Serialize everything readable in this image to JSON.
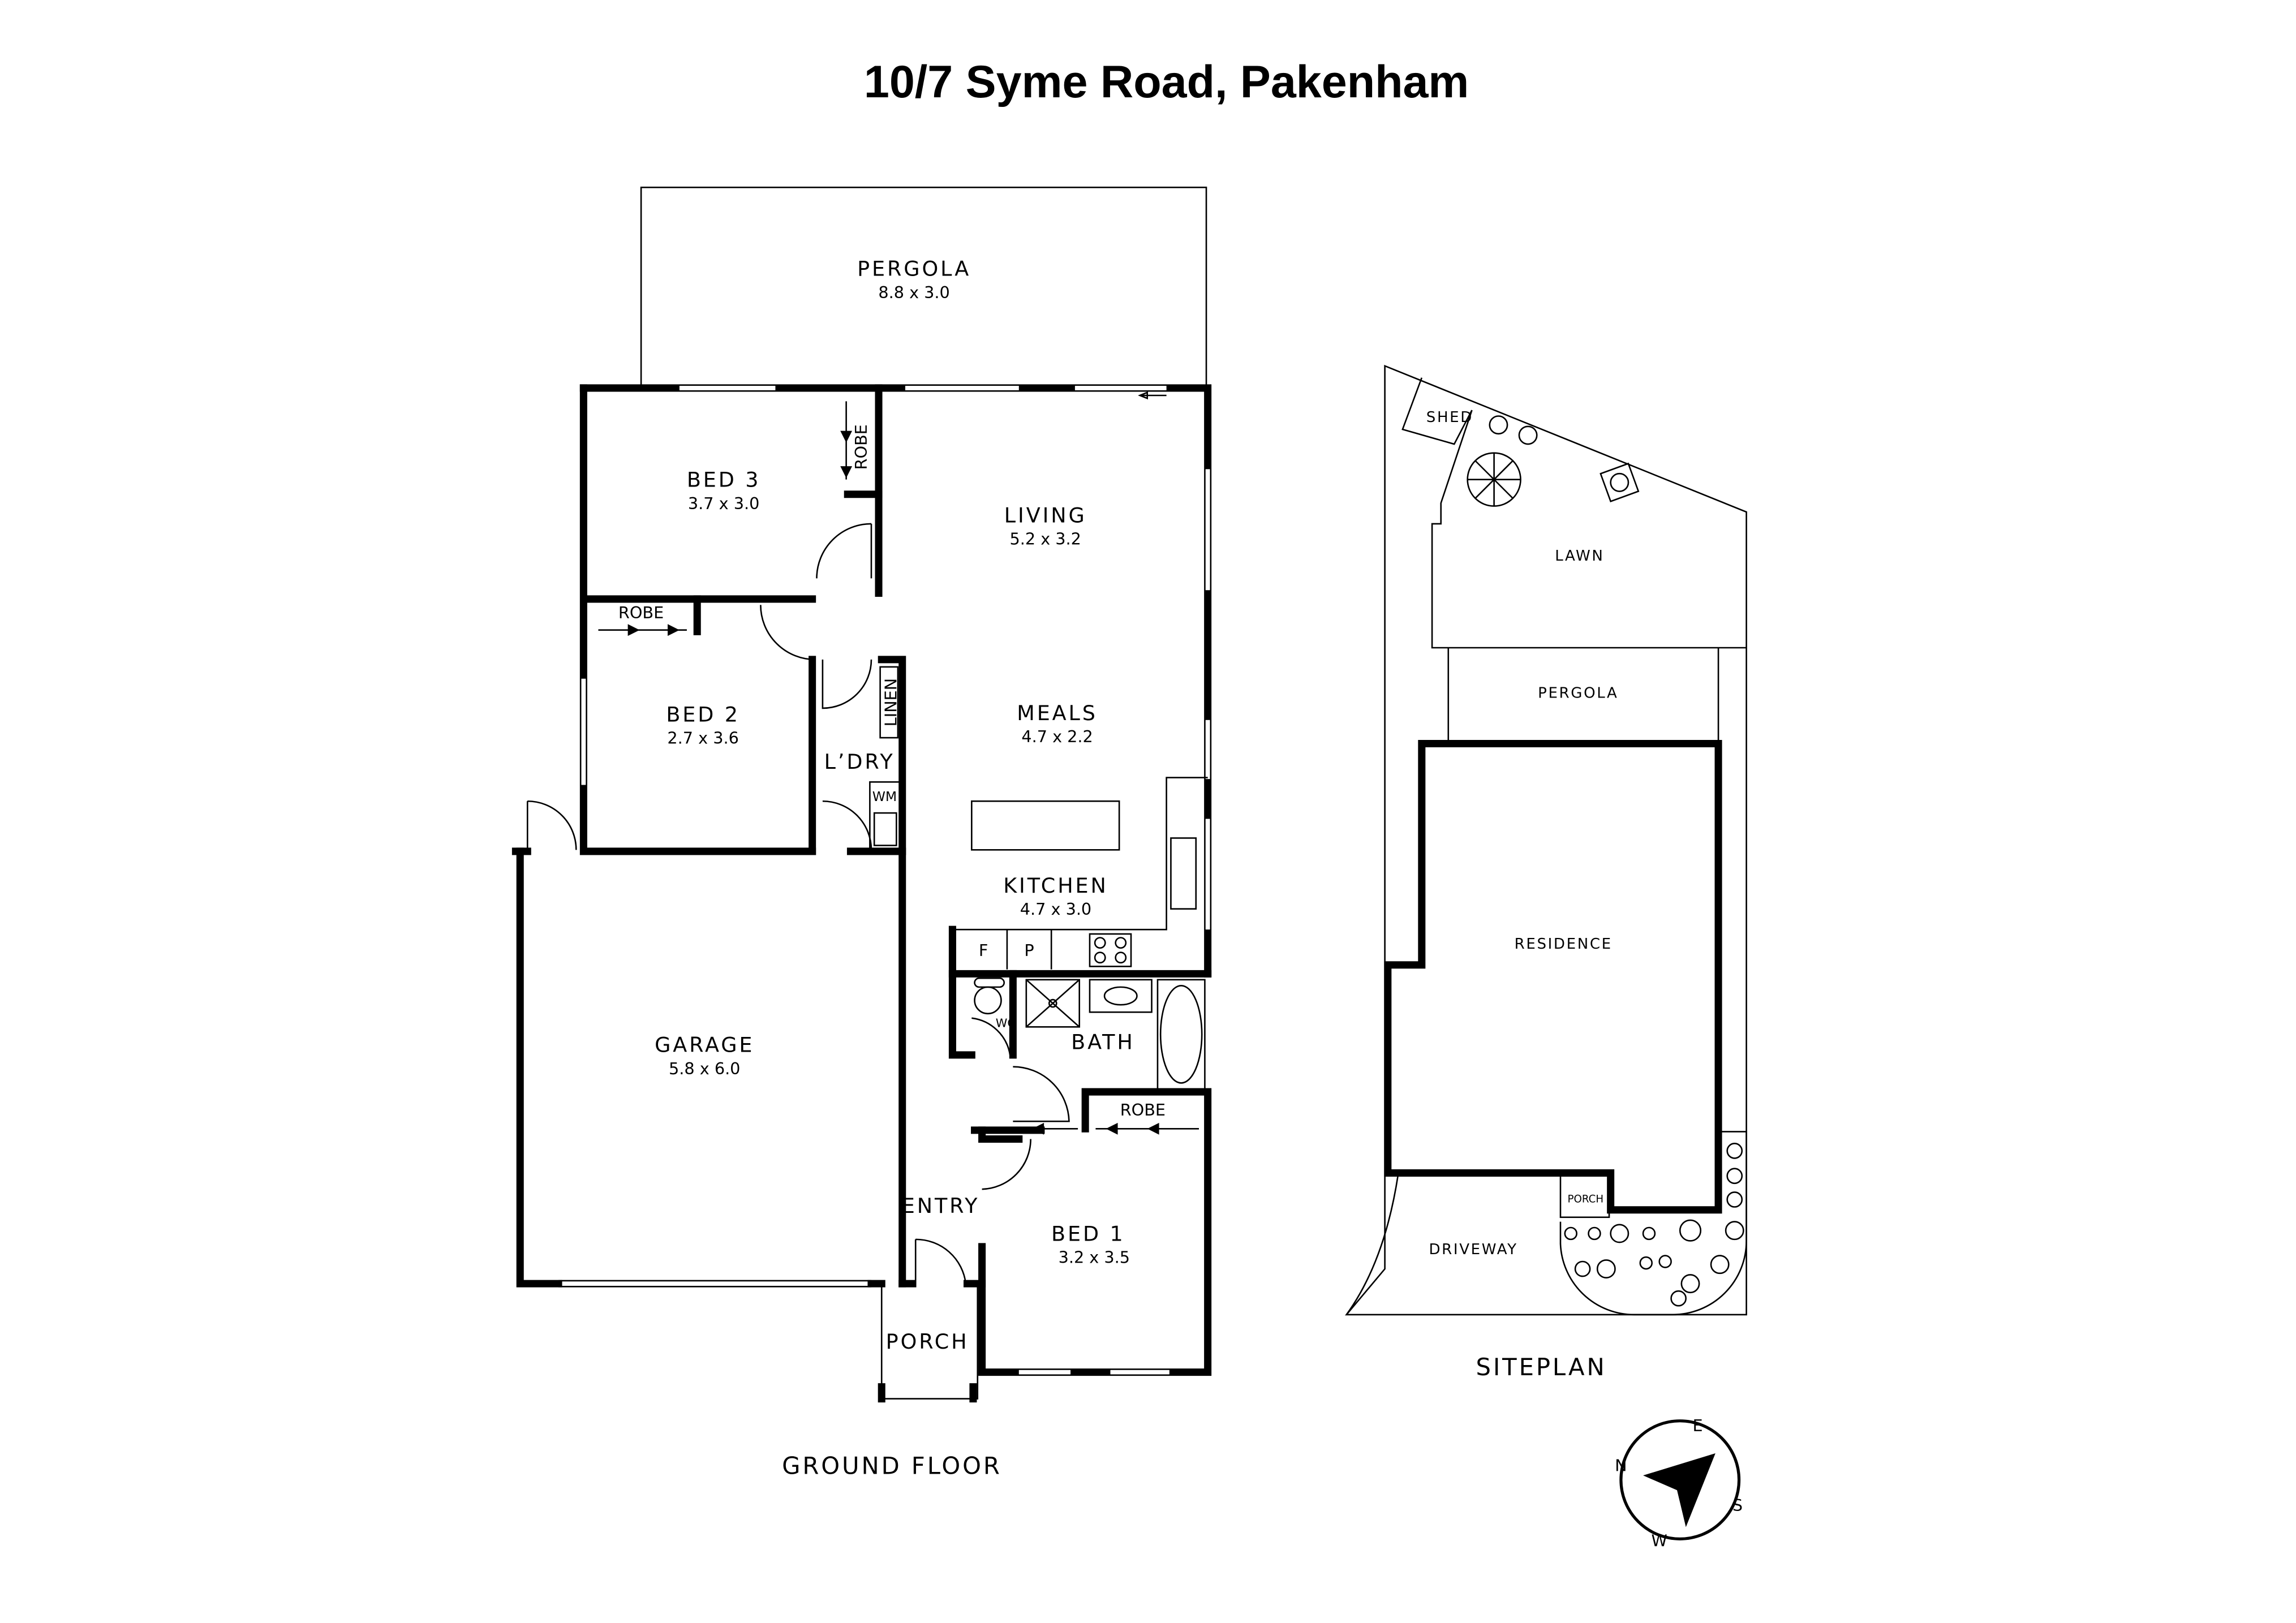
{
  "title": "10/7 Syme Road, Pakenham",
  "ground_floor": {
    "label": "GROUND FLOOR",
    "rooms": {
      "pergola": {
        "name": "PERGOLA",
        "size": "8.8 x 3.0"
      },
      "bed3": {
        "name": "BED 3",
        "size": "3.7 x 3.0"
      },
      "living": {
        "name": "LIVING",
        "size": "5.2 x 3.2"
      },
      "bed2": {
        "name": "BED 2",
        "size": "2.7 x 3.6"
      },
      "meals": {
        "name": "MEALS",
        "size": "4.7 x 2.2"
      },
      "kitchen": {
        "name": "KITCHEN",
        "size": "4.7 x 3.0"
      },
      "garage": {
        "name": "GARAGE",
        "size": "5.8 x 6.0"
      },
      "bed1": {
        "name": "BED 1",
        "size": "3.2 x 3.5"
      },
      "laundry": {
        "name": "L’DRY"
      },
      "bath": {
        "name": "BATH"
      },
      "entry": {
        "name": "ENTRY"
      },
      "porch": {
        "name": "PORCH"
      }
    },
    "fixtures": {
      "robe": "ROBE",
      "linen": "LINEN",
      "wm": "WM",
      "wc": "WC",
      "fridge": "F",
      "pantry": "P"
    }
  },
  "siteplan": {
    "label": "SITEPLAN",
    "areas": {
      "shed": "SHED",
      "lawn": "LAWN",
      "pergola": "PERGOLA",
      "residence": "RESIDENCE",
      "porch": "PORCH",
      "driveway": "DRIVEWAY"
    }
  },
  "compass": {
    "n": "N",
    "e": "E",
    "s": "S",
    "w": "W"
  }
}
